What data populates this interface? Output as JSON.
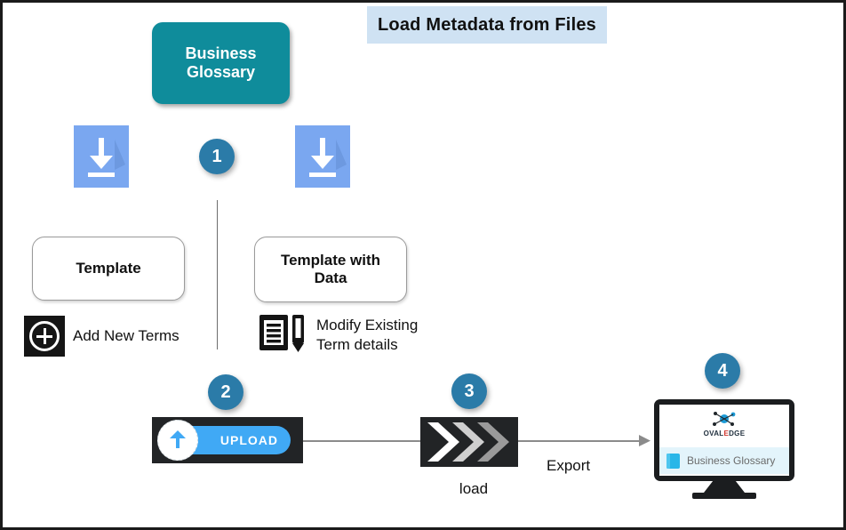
{
  "diagram": {
    "title": "Load Metadata from Files",
    "source_node": {
      "label": "Business\nGlossary",
      "label_line1": "Business",
      "label_line2": "Glossary",
      "color": "#0f8c9b"
    },
    "badges": {
      "one": "1",
      "two": "2",
      "three": "3",
      "four": "4",
      "color": "#2b7ba8"
    },
    "download_left": {
      "icon": "download-icon",
      "color": "#7aa7f0"
    },
    "download_right": {
      "icon": "download-icon",
      "color": "#7aa7f0"
    },
    "branches": [
      {
        "box_label": "Template",
        "caption": "Add New Terms",
        "icon": "plus-circle-icon"
      },
      {
        "box_label_line1": "Template with",
        "box_label_line2": "Data",
        "caption_line1": "Modify Existing",
        "caption_line2": "Term details",
        "icon": "document-edit-icon"
      }
    ],
    "upload": {
      "label": "UPLOAD",
      "icon": "upload-arrow-icon",
      "pill_color": "#40a9f5"
    },
    "load": {
      "label": "load",
      "icon": "chevrons-right-icon"
    },
    "export": {
      "label": "Export"
    },
    "monitor": {
      "logo_oval": "OVAL",
      "logo_edge_e": "E",
      "logo_edge_rest": "DGE",
      "row_label": "Business Glossary",
      "row_icon": "book-icon",
      "row_bg": "#e3f4fb"
    }
  }
}
